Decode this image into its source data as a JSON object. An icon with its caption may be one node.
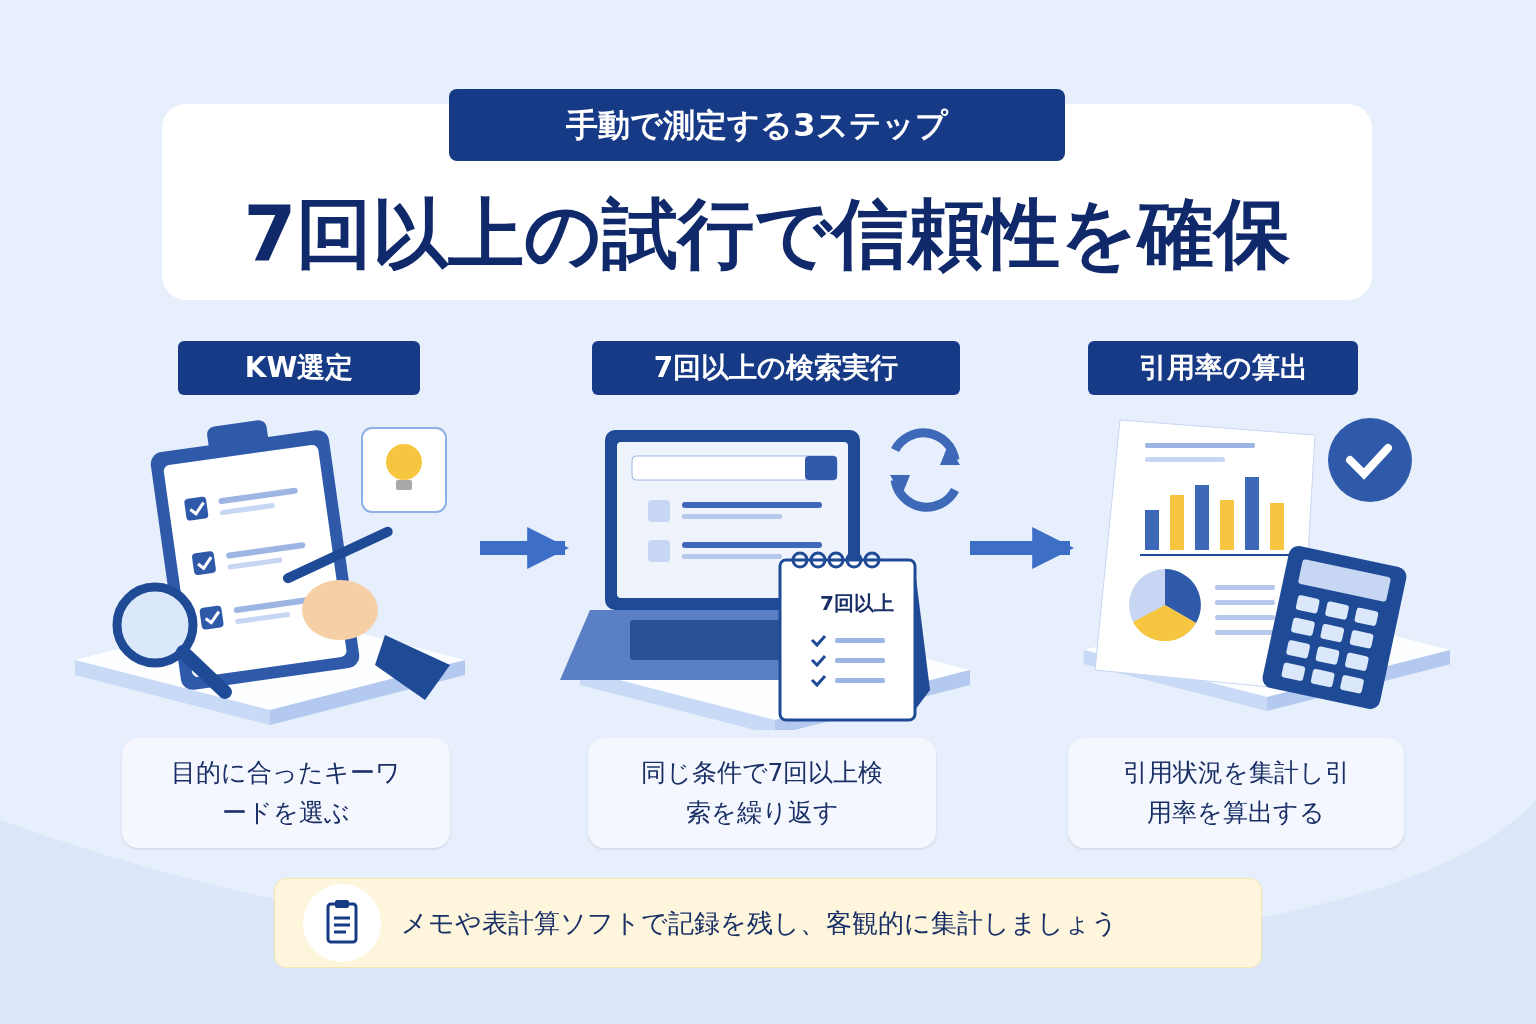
{
  "diagram": {
    "title": "7回以上の試行で信頼性を確保",
    "nodes": [
      {
        "text": [
          "手動で測定する3ステップ"
        ]
      },
      {
        "text": [
          "KW選定"
        ]
      },
      {
        "text": [
          "7回以上の検索実行"
        ]
      },
      {
        "text": [
          "引用率の算出"
        ]
      },
      {
        "text": [],
        "shape": "picture"
      },
      {
        "text": [],
        "shape": "picture"
      },
      {
        "text": [],
        "shape": "picture"
      },
      {
        "text": [
          "目的に合ったキーワードを選ぶ"
        ]
      },
      {
        "text": [
          "同じ条件で7回以上検索を繰り返す"
        ]
      },
      {
        "text": [
          "引用状況を集計し引用率を算出する"
        ]
      },
      {
        "text": [
          "メモや表計算ソフトで記録を残し、客観的に集計しましょう"
        ]
      }
    ],
    "edges": [
      {
        "from": 4,
        "to": 5,
        "arrow": "to"
      },
      {
        "from": 5,
        "to": 6,
        "arrow": "to"
      }
    ],
    "labels": [
      "7回以上"
    ]
  }
}
